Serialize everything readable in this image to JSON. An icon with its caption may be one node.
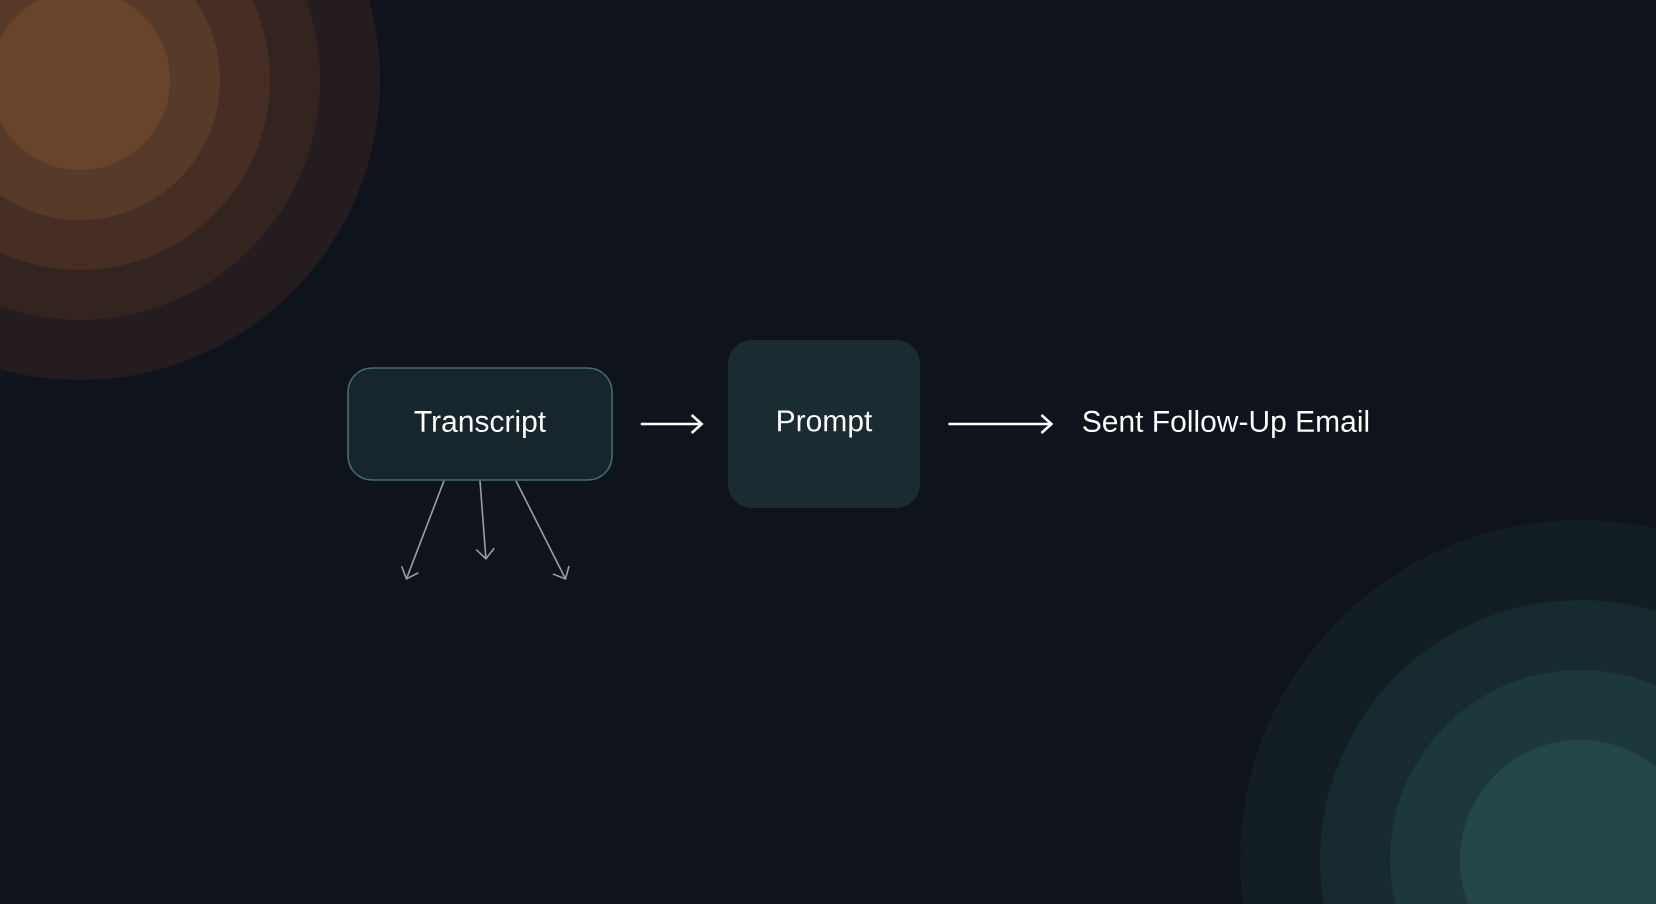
{
  "diagram": {
    "nodes": [
      {
        "text": [
          "Transcript"
        ]
      },
      {
        "text": [
          "Prompt"
        ]
      },
      {
        "text": [
          "Sent Follow-Up Email"
        ]
      }
    ],
    "edges": [
      {
        "from": 0,
        "to": 1,
        "arrow": "to",
        "color": "#ffffff"
      },
      {
        "from": 1,
        "to": 2,
        "arrow": "to",
        "color": "#ffffff"
      },
      {
        "from": 0,
        "to": null,
        "arrow": "to"
      },
      {
        "from": 0,
        "to": null,
        "arrow": "to"
      },
      {
        "from": 0,
        "to": null,
        "arrow": "to"
      }
    ]
  }
}
